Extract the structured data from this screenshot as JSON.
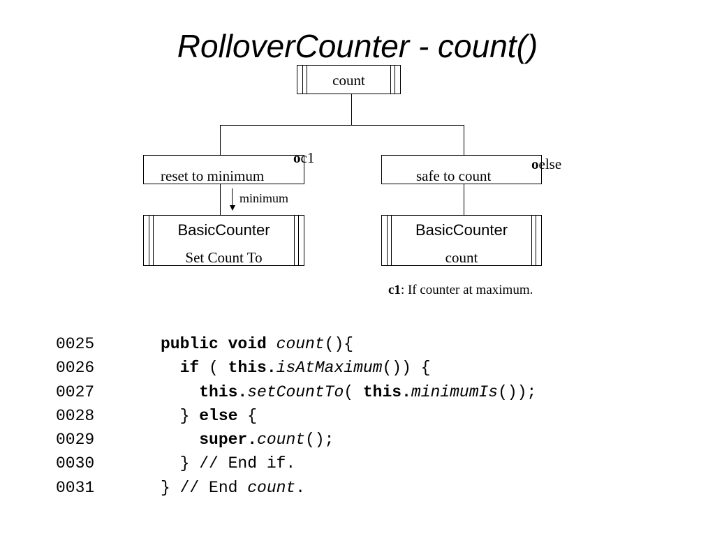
{
  "title": "RolloverCounter - count()",
  "diagram": {
    "root": {
      "label": "count"
    },
    "left_branch": {
      "selector_marker": "o",
      "condition": "c1",
      "label": "reset to minimum",
      "parameter": "minimum",
      "module": {
        "name": "BasicCounter",
        "operation": "Set Count To"
      }
    },
    "right_branch": {
      "selector_marker": "o",
      "condition": "else",
      "label": "safe to count",
      "module": {
        "name": "BasicCounter",
        "operation": "count"
      }
    },
    "footnote": {
      "key": "c1",
      "text": ": If counter at maximum."
    }
  },
  "code": {
    "lines": [
      {
        "number": "0025",
        "indent": "",
        "tokens": [
          {
            "text": "public void ",
            "style": "kw"
          },
          {
            "text": "count",
            "style": "it"
          },
          {
            "text": "(){",
            "style": ""
          }
        ]
      },
      {
        "number": "0026",
        "indent": "  ",
        "tokens": [
          {
            "text": "if ",
            "style": "kw"
          },
          {
            "text": "( ",
            "style": ""
          },
          {
            "text": "this.",
            "style": "kw"
          },
          {
            "text": "isAtMaximum",
            "style": "it"
          },
          {
            "text": "()) {",
            "style": ""
          }
        ]
      },
      {
        "number": "0027",
        "indent": "    ",
        "tokens": [
          {
            "text": "this.",
            "style": "kw"
          },
          {
            "text": "setCountTo",
            "style": "it"
          },
          {
            "text": "( ",
            "style": ""
          },
          {
            "text": "this.",
            "style": "kw"
          },
          {
            "text": "minimumIs",
            "style": "it"
          },
          {
            "text": "());",
            "style": ""
          }
        ]
      },
      {
        "number": "0028",
        "indent": "  ",
        "tokens": [
          {
            "text": "} ",
            "style": ""
          },
          {
            "text": "else",
            "style": "kw"
          },
          {
            "text": " {",
            "style": ""
          }
        ]
      },
      {
        "number": "0029",
        "indent": "    ",
        "tokens": [
          {
            "text": "super.",
            "style": "kw"
          },
          {
            "text": "count",
            "style": "it"
          },
          {
            "text": "();",
            "style": ""
          }
        ]
      },
      {
        "number": "0030",
        "indent": "  ",
        "tokens": [
          {
            "text": "} // End if.",
            "style": ""
          }
        ]
      },
      {
        "number": "0031",
        "indent": "",
        "tokens": [
          {
            "text": "} // End ",
            "style": ""
          },
          {
            "text": "count",
            "style": "it"
          },
          {
            "text": ".",
            "style": ""
          }
        ]
      }
    ]
  }
}
